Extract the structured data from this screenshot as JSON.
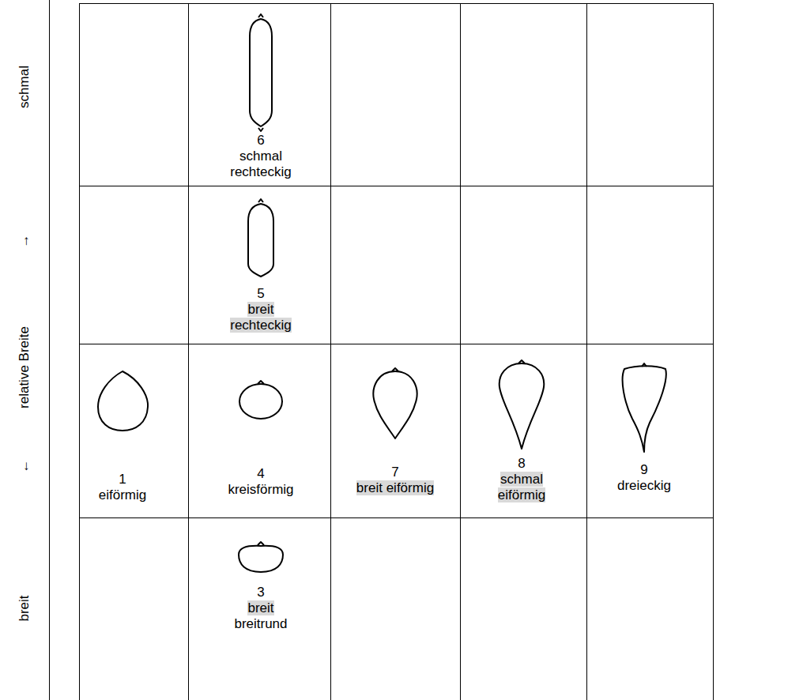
{
  "diagram": {
    "labels": [
      "schmal",
      "→",
      "relative Breite",
      "←",
      "breit",
      "6",
      "schmal rechteckig",
      "5",
      "breit rechteckig",
      "1",
      "eiförmig",
      "4",
      "kreisförmig",
      "7",
      "breit eiförmig",
      "8",
      "schmal eiförmig",
      "9",
      "dreieckig",
      "3",
      "breit",
      "breitrund"
    ]
  }
}
